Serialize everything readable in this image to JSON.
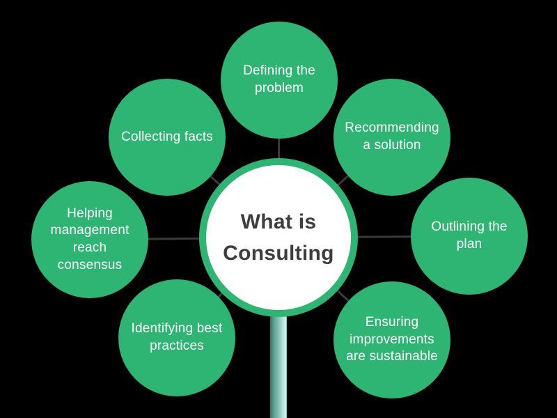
{
  "diagram": {
    "title": "What is Consulting",
    "type": "hub-and-spoke",
    "center": {
      "id": "what-is-consulting",
      "label": "What is\nConsulting"
    },
    "nodes": [
      {
        "id": "defining-the-problem",
        "label": "Defining the\nproblem",
        "position": "top",
        "connected_to": "center"
      },
      {
        "id": "recommending-a-solution",
        "label": "Recommending\na solution",
        "position": "top-right",
        "connected_to": "center"
      },
      {
        "id": "outlining-the-plan",
        "label": "Outlining the\nplan",
        "position": "right",
        "connected_to": "center"
      },
      {
        "id": "ensuring-improvements-are-sustainable",
        "label": "Ensuring\nimprovements\nare sustainable",
        "position": "bottom-right",
        "connected_to": "center"
      },
      {
        "id": "identifying-best-practices",
        "label": "Identifying best\npractices",
        "position": "bottom-left",
        "connected_to": "center"
      },
      {
        "id": "helping-management-reach-consensus",
        "label": "Helping\nmanagement\nreach\nconsensus",
        "position": "left",
        "connected_to": "center"
      },
      {
        "id": "collecting-facts",
        "label": "Collecting facts",
        "position": "top-left",
        "connected_to": "center"
      }
    ]
  },
  "colors": {
    "background": "#000000",
    "node_green": "#2eb573",
    "center_ring": "#2eb573",
    "center_fill": "#ffffff",
    "center_text": "#3d3d3d",
    "node_text": "#ffffff",
    "connector": "#3a3a3a",
    "stem_dark": "#2f6b60",
    "stem_mid": "#8fc6bc",
    "stem_light": "#dcf8f4",
    "stem_edge": "#4f9ea0"
  }
}
